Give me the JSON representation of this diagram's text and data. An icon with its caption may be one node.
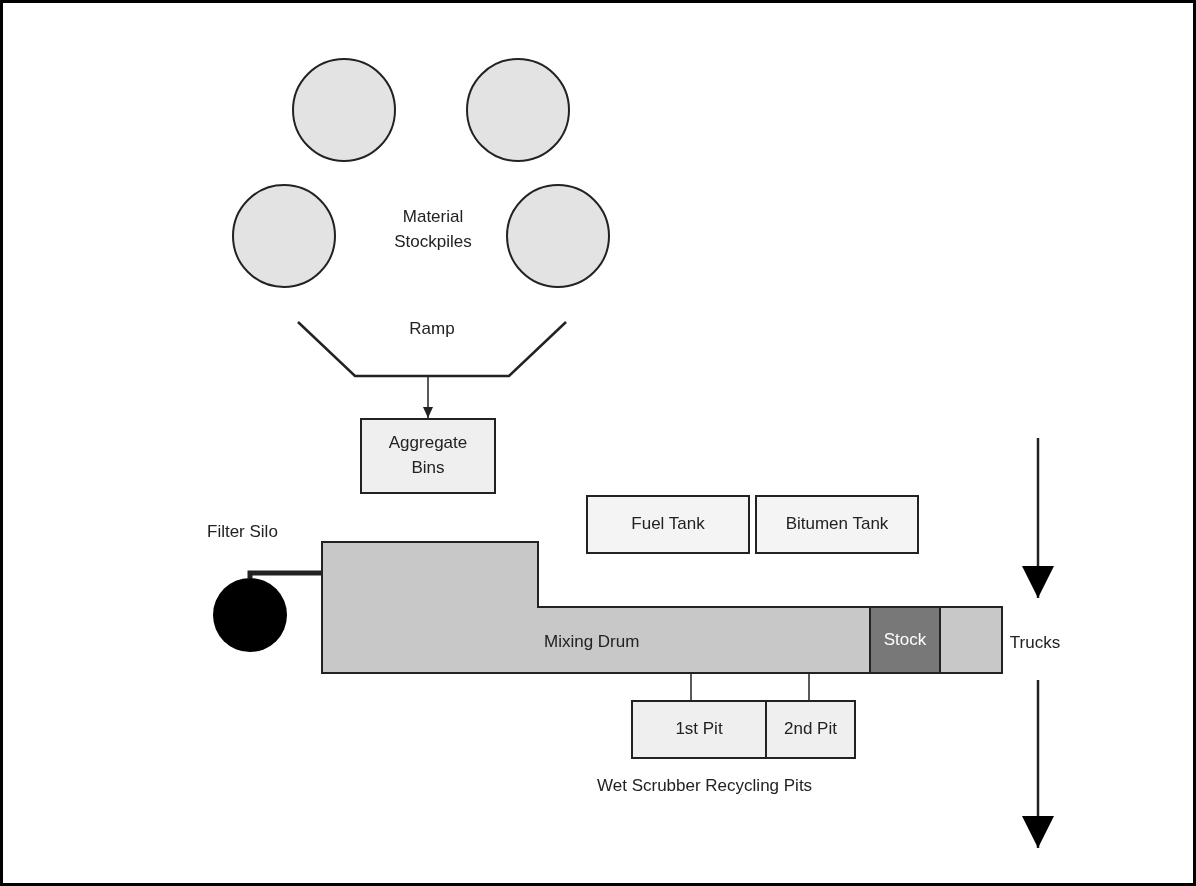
{
  "diagram": {
    "nodes": [
      {
        "text": [],
        "shape": "circle"
      },
      {
        "text": [],
        "shape": "circle"
      },
      {
        "text": [],
        "shape": "circle"
      },
      {
        "text": [],
        "shape": "circle"
      },
      {
        "text": [
          "Ramp"
        ]
      },
      {
        "text": [
          "Aggregate Bins"
        ]
      },
      {
        "text": [
          "Fuel Tank"
        ]
      },
      {
        "text": [
          "Bitumen Tank"
        ]
      },
      {
        "text": [
          "Filter Silo"
        ]
      },
      {
        "text": [
          "Mixing Drum"
        ]
      },
      {
        "text": [
          "Stock"
        ],
        "in": 9
      },
      {
        "text": [
          "1st Pit"
        ]
      },
      {
        "text": [
          "2nd Pit"
        ]
      },
      {
        "text": [
          "Trucks"
        ]
      }
    ],
    "edges": [
      {
        "from": 4,
        "to": 5,
        "arrow": "to"
      },
      {
        "from": 8,
        "to": 9,
        "arrow": "none",
        "style": "thick"
      },
      {
        "from": 9,
        "to": 11,
        "arrow": "none"
      },
      {
        "from": 9,
        "to": 12,
        "arrow": "none"
      },
      {
        "from": null,
        "to": 13,
        "arrow": "to"
      },
      {
        "from": 13,
        "to": null,
        "arrow": "to"
      }
    ],
    "labels": [
      "Material Stockpiles",
      "Wet Scrubber Recycling Pits"
    ]
  }
}
